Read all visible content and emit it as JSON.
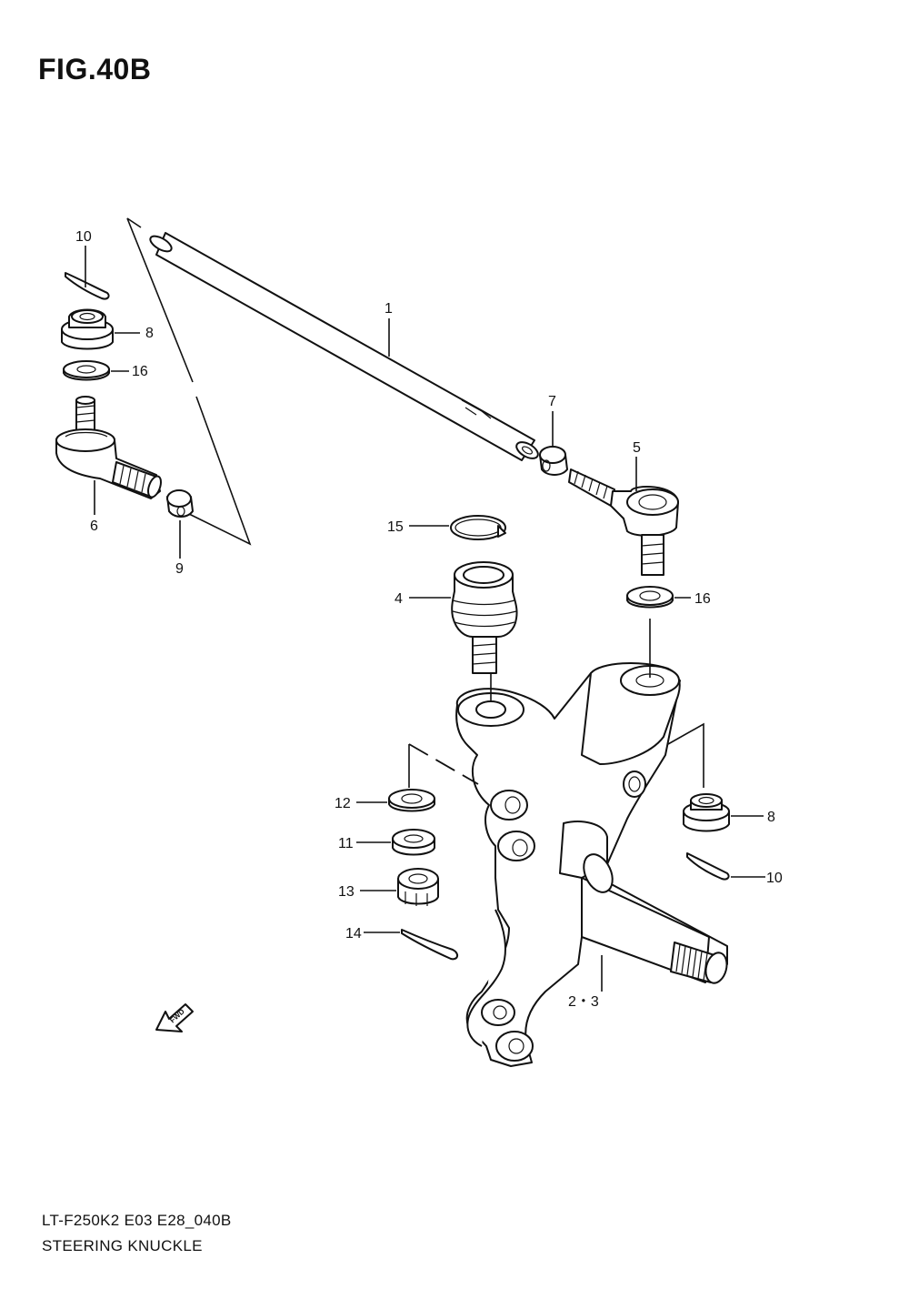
{
  "figure": {
    "title": "FIG.40B",
    "code": "LT-F250K2 E03 E28_040B",
    "name": "STEERING KNUCKLE"
  },
  "callouts": {
    "c1": "1",
    "c23": "2・3",
    "c4": "4",
    "c5": "5",
    "c6": "6",
    "c7": "7",
    "c8a": "8",
    "c8b": "8",
    "c9": "9",
    "c10a": "10",
    "c10b": "10",
    "c11": "11",
    "c12": "12",
    "c13": "13",
    "c14": "14",
    "c15": "15",
    "c16a": "16",
    "c16b": "16"
  },
  "fwd_label": "FWD",
  "colors": {
    "line": "#111111",
    "background": "#ffffff"
  }
}
